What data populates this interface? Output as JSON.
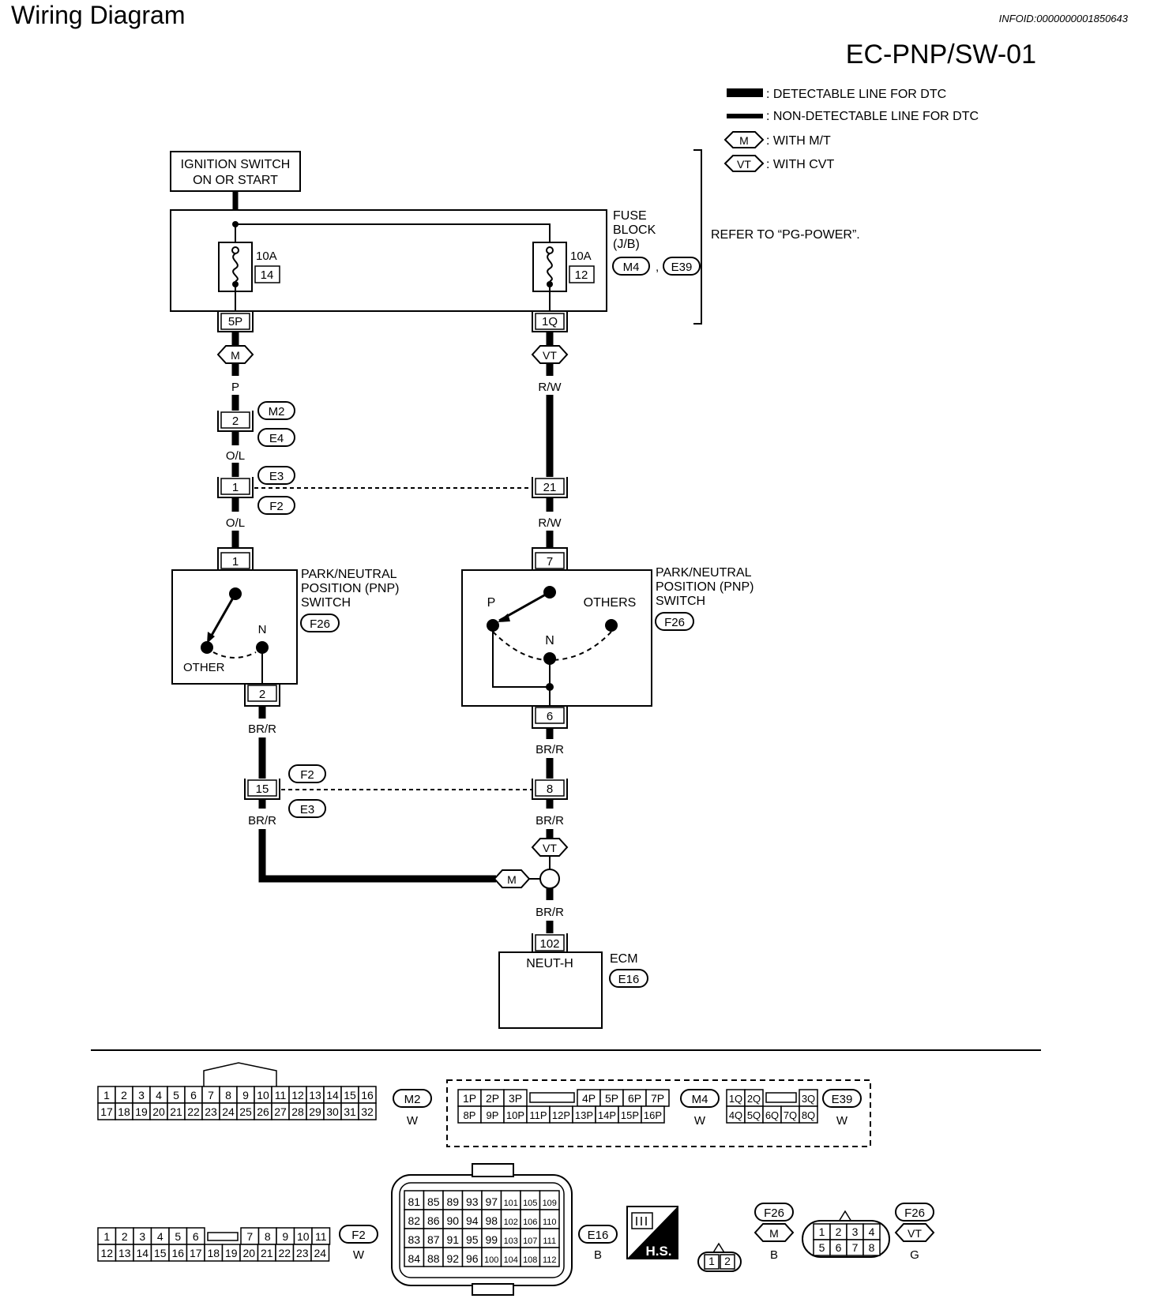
{
  "page": {
    "title": "Wiring Diagram",
    "info_id": "INFOID:0000000001850643",
    "diagram_code": "EC-PNP/SW-01"
  },
  "legend": {
    "detectable": ": DETECTABLE LINE FOR DTC",
    "non_detectable": ": NON-DETECTABLE LINE FOR DTC",
    "mt_symbol": "M",
    "mt_label": ": WITH M/T",
    "cvt_symbol": "VT",
    "cvt_label": ": WITH CVT",
    "refer": "REFER TO “PG-POWER”."
  },
  "ignition": {
    "line1": "IGNITION SWITCH",
    "line2": "ON OR START"
  },
  "fuse_block": {
    "line1": "FUSE",
    "line2": "BLOCK",
    "line3": "(J/B)",
    "conn1": "M4",
    "sep": ",",
    "conn2": "E39",
    "fuse_left_amp": "10A",
    "fuse_left_no": "14",
    "fuse_right_amp": "10A",
    "fuse_right_no": "12",
    "term_left": "5P",
    "term_right": "1Q"
  },
  "left_branch": {
    "tag": "M",
    "wire1": "P",
    "jc1_pin": "2",
    "jc1_top": "M2",
    "jc1_bottom": "E4",
    "wire2": "O/L",
    "jc2_pin": "1",
    "jc2_top": "E3",
    "jc2_bottom": "F2",
    "wire3": "O/L",
    "sw_pin_in": "1",
    "sw_label1": "PARK/NEUTRAL",
    "sw_label2": "POSITION (PNP)",
    "sw_label3": "SWITCH",
    "sw_conn": "F26",
    "sw_n": "N",
    "sw_other": "OTHER",
    "sw_pin_out": "2",
    "wire4": "BR/R",
    "jc3_pin": "15",
    "jc3_top": "F2",
    "jc3_bottom": "E3",
    "wire5": "BR/R",
    "tag_bottom": "M"
  },
  "right_branch": {
    "tag": "VT",
    "wire1": "R/W",
    "jc_pin": "21",
    "wire2": "R/W",
    "sw_pin_in": "7",
    "sw_label1": "PARK/NEUTRAL",
    "sw_label2": "POSITION (PNP)",
    "sw_label3": "SWITCH",
    "sw_conn": "F26",
    "sw_p": "P",
    "sw_others": "OTHERS",
    "sw_n": "N",
    "sw_pin_out": "6",
    "wire3": "BR/R",
    "jc2_pin": "8",
    "wire4": "BR/R",
    "tag_bottom": "VT",
    "wire5": "BR/R"
  },
  "ecm": {
    "pin": "102",
    "signal": "NEUT-H",
    "label": "ECM",
    "conn": "E16"
  },
  "connectors": {
    "m2": {
      "name": "M2",
      "color": "W",
      "row1": [
        "1",
        "2",
        "3",
        "4",
        "5",
        "6",
        "7",
        "8",
        "9",
        "10",
        "11",
        "12",
        "13",
        "14",
        "15",
        "16"
      ],
      "row2": [
        "17",
        "18",
        "19",
        "20",
        "21",
        "22",
        "23",
        "24",
        "25",
        "26",
        "27",
        "28",
        "29",
        "30",
        "31",
        "32"
      ]
    },
    "m4": {
      "name": "M4",
      "color": "W",
      "row1": [
        "1P",
        "2P",
        "3P",
        "4P",
        "5P",
        "6P",
        "7P"
      ],
      "row2": [
        "8P",
        "9P",
        "10P",
        "11P",
        "12P",
        "13P",
        "14P",
        "15P",
        "16P"
      ]
    },
    "e39": {
      "name": "E39",
      "color": "W",
      "row1": [
        "1Q",
        "2Q",
        "3Q"
      ],
      "row2": [
        "4Q",
        "5Q",
        "6Q",
        "7Q",
        "8Q"
      ]
    },
    "f2": {
      "name": "F2",
      "color": "W",
      "row1": [
        "1",
        "2",
        "3",
        "4",
        "5",
        "6",
        "7",
        "8",
        "9",
        "10",
        "11"
      ],
      "row2": [
        "12",
        "13",
        "14",
        "15",
        "16",
        "17",
        "18",
        "19",
        "20",
        "21",
        "22",
        "23",
        "24"
      ]
    },
    "e16": {
      "name": "E16",
      "color": "B",
      "rows": [
        [
          "81",
          "85",
          "89",
          "93",
          "97",
          "101",
          "105",
          "109"
        ],
        [
          "82",
          "86",
          "90",
          "94",
          "98",
          "102",
          "106",
          "110"
        ],
        [
          "83",
          "87",
          "91",
          "95",
          "99",
          "103",
          "107",
          "111"
        ],
        [
          "84",
          "88",
          "92",
          "96",
          "100",
          "104",
          "108",
          "112"
        ]
      ]
    },
    "hs": "H.S.",
    "f26_mt": {
      "name": "F26",
      "tag": "M",
      "color": "B",
      "pins": [
        "1",
        "2"
      ]
    },
    "f26_cvt": {
      "name": "F26",
      "tag": "VT",
      "color": "G",
      "row1": [
        "1",
        "2",
        "3",
        "4"
      ],
      "row2": [
        "5",
        "6",
        "7",
        "8"
      ]
    }
  }
}
